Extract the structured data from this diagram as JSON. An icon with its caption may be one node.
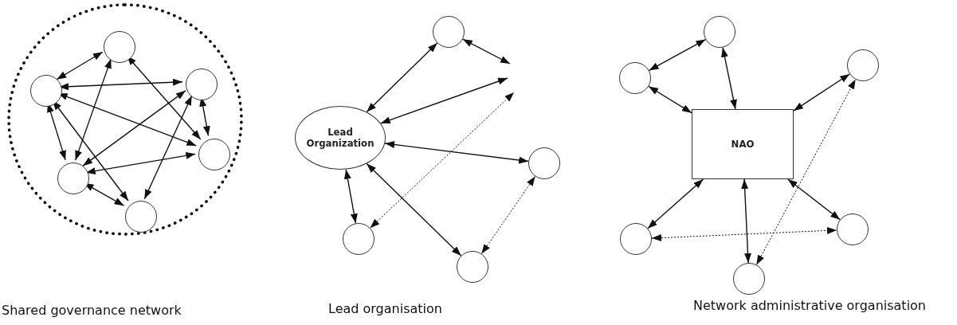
{
  "diagram": {
    "nodes": [
      {
        "text": [],
        "shape": "circle"
      },
      {
        "text": [],
        "shape": "circle",
        "in": 0
      },
      {
        "text": [],
        "shape": "circle",
        "in": 0
      },
      {
        "text": [],
        "shape": "circle",
        "in": 0
      },
      {
        "text": [],
        "shape": "circle",
        "in": 0
      },
      {
        "text": [],
        "shape": "circle",
        "in": 0
      },
      {
        "text": [],
        "shape": "circle",
        "in": 0
      },
      {
        "text": [
          "Lead Organization"
        ]
      },
      {
        "text": [],
        "shape": "circle"
      },
      {
        "text": [],
        "shape": "circle"
      },
      {
        "text": [],
        "shape": "circle"
      },
      {
        "text": [],
        "shape": "circle"
      },
      {
        "text": [
          "NAO"
        ]
      },
      {
        "text": [],
        "shape": "circle"
      },
      {
        "text": [],
        "shape": "circle"
      },
      {
        "text": [],
        "shape": "circle"
      },
      {
        "text": [],
        "shape": "circle"
      },
      {
        "text": [],
        "shape": "circle"
      },
      {
        "text": [],
        "shape": "circle"
      }
    ],
    "edges": [
      {
        "from": 1,
        "to": 2,
        "arrow": "both"
      },
      {
        "from": 2,
        "to": 3,
        "arrow": "both"
      },
      {
        "from": 1,
        "to": 4,
        "arrow": "both"
      },
      {
        "from": 2,
        "to": 4,
        "arrow": "both"
      },
      {
        "from": 2,
        "to": 5,
        "arrow": "both"
      },
      {
        "from": 5,
        "to": 1,
        "arrow": "both"
      },
      {
        "from": 5,
        "to": 3,
        "arrow": "both"
      },
      {
        "from": 5,
        "to": 4,
        "arrow": "both"
      },
      {
        "from": 2,
        "to": 6,
        "arrow": "both"
      },
      {
        "from": 3,
        "to": 6,
        "arrow": "both"
      },
      {
        "from": 5,
        "to": 6,
        "arrow": "both"
      },
      {
        "from": 3,
        "to": 4,
        "arrow": "both"
      },
      {
        "from": 7,
        "to": 8,
        "arrow": "both"
      },
      {
        "from": 8,
        "to": null,
        "arrow": "both"
      },
      {
        "from": 7,
        "to": null,
        "arrow": "both"
      },
      {
        "from": 10,
        "to": null,
        "arrow": "both",
        "style": "dashed"
      },
      {
        "from": 7,
        "to": 9,
        "arrow": "both"
      },
      {
        "from": 7,
        "to": 10,
        "arrow": "both"
      },
      {
        "from": 7,
        "to": 11,
        "arrow": "both"
      },
      {
        "from": 11,
        "to": 9,
        "arrow": "both",
        "style": "dashed"
      },
      {
        "from": 14,
        "to": 13,
        "arrow": "both"
      },
      {
        "from": 13,
        "to": 12,
        "arrow": "both"
      },
      {
        "from": 14,
        "to": 12,
        "arrow": "both"
      },
      {
        "from": 12,
        "to": 15,
        "arrow": "both"
      },
      {
        "from": 12,
        "to": 16,
        "arrow": "both"
      },
      {
        "from": 12,
        "to": 17,
        "arrow": "both"
      },
      {
        "from": 12,
        "to": 18,
        "arrow": "both"
      },
      {
        "from": 16,
        "to": 18,
        "arrow": "both",
        "style": "dashed"
      },
      {
        "from": 17,
        "to": 15,
        "arrow": "both",
        "style": "dashed"
      }
    ],
    "labels": [
      "Shared governance network",
      "Lead organisation",
      "Network administrative organisation"
    ]
  }
}
